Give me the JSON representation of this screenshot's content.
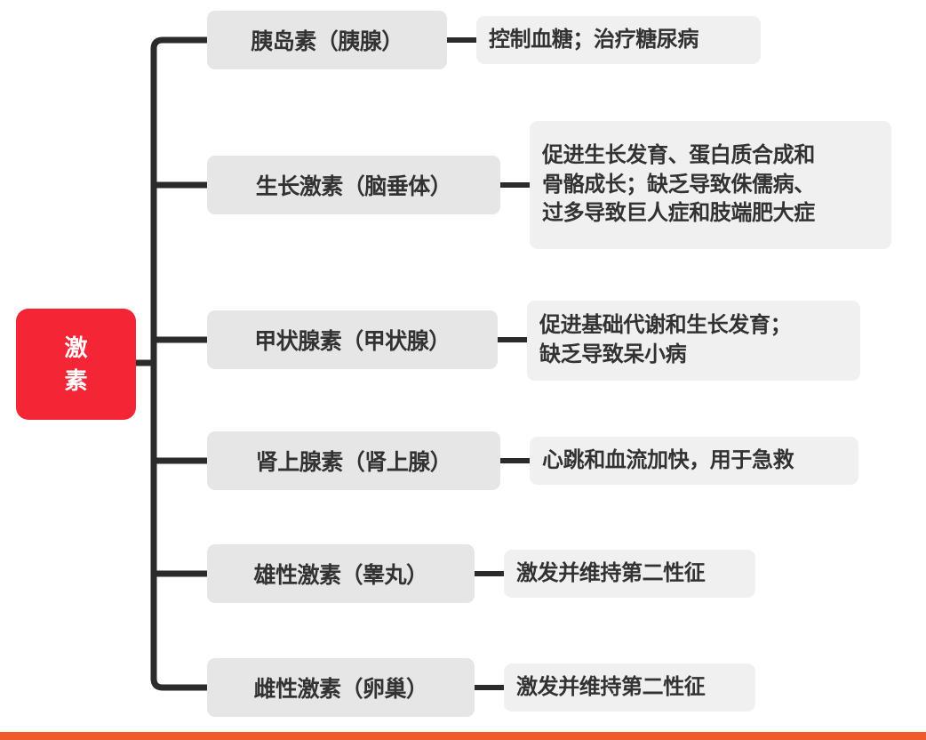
{
  "diagram": {
    "type": "mind-map",
    "root": {
      "label": "激素",
      "color": "#f42534",
      "text_color": "#ffffff"
    },
    "colors": {
      "node_bg": "#e6e6e6",
      "detail_bg": "#f0f0f0",
      "line": "#2b2b2b",
      "text": "#323232",
      "bottom_bar": "#f15a29"
    },
    "branches": [
      {
        "name": "胰岛素（胰腺）",
        "detail": [
          "控制血糖；治疗糖尿病"
        ]
      },
      {
        "name": "生长激素（脑垂体）",
        "detail": [
          "促进生长发育、蛋白质合成和",
          "骨骼成长；缺乏导致侏儒病、",
          "过多导致巨人症和肢端肥大症"
        ]
      },
      {
        "name": "甲状腺素（甲状腺）",
        "detail": [
          "促进基础代谢和生长发育；",
          "缺乏导致呆小病"
        ]
      },
      {
        "name": "肾上腺素（肾上腺）",
        "detail": [
          "心跳和血流加快，用于急救"
        ]
      },
      {
        "name": "雄性激素（睾丸）",
        "detail": [
          "激发并维持第二性征"
        ]
      },
      {
        "name": "雌性激素（卵巢）",
        "detail": [
          "激发并维持第二性征"
        ]
      }
    ]
  }
}
